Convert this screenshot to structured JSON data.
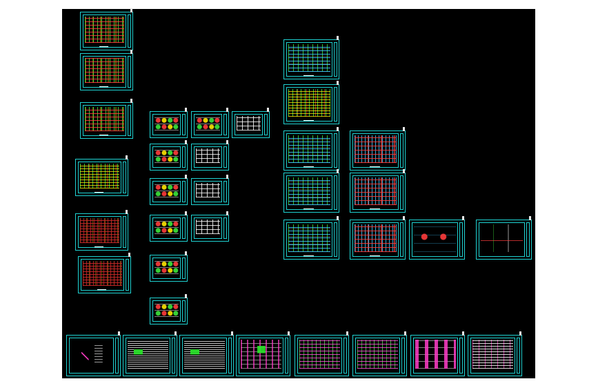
{
  "viewport": {
    "background_color": "#ffffff",
    "canvas_color": "#000000",
    "sheet_frame_color": "#1fd3d3"
  },
  "drawing_sheets": [
    {
      "id": "s1",
      "group": "floor-plans-column-a",
      "content": "plan-red"
    },
    {
      "id": "s2",
      "group": "floor-plans-column-a",
      "content": "plan-red"
    },
    {
      "id": "s3",
      "group": "floor-plans-column-a",
      "content": "plan-red"
    },
    {
      "id": "s4",
      "group": "floor-plans-column-a",
      "content": "plan-yellow"
    },
    {
      "id": "s5",
      "group": "floor-plans-column-a",
      "content": "plan-darkred"
    },
    {
      "id": "s6",
      "group": "floor-plans-column-a",
      "content": "plan-darkred"
    },
    {
      "id": "s7",
      "group": "detail-sheets",
      "content": "detail"
    },
    {
      "id": "s8",
      "group": "detail-sheets",
      "content": "detail"
    },
    {
      "id": "s9",
      "group": "detail-sheets",
      "content": "table"
    },
    {
      "id": "s10",
      "group": "detail-sheets",
      "content": "detail"
    },
    {
      "id": "s11",
      "group": "detail-sheets",
      "content": "table"
    },
    {
      "id": "s12",
      "group": "detail-sheets",
      "content": "detail"
    },
    {
      "id": "s13",
      "group": "detail-sheets",
      "content": "table"
    },
    {
      "id": "s14",
      "group": "detail-sheets",
      "content": "detail"
    },
    {
      "id": "s15",
      "group": "detail-sheets",
      "content": "table"
    },
    {
      "id": "s16",
      "group": "detail-sheets",
      "content": "detail"
    },
    {
      "id": "s17",
      "group": "detail-sheets",
      "content": "detail"
    },
    {
      "id": "s18",
      "group": "structural-plans",
      "content": "plan-cyan"
    },
    {
      "id": "s19",
      "group": "structural-plans",
      "content": "plan-cyan"
    },
    {
      "id": "s20",
      "group": "structural-plans",
      "content": "plan-cyan"
    },
    {
      "id": "s21",
      "group": "structural-plans",
      "content": "grid-red"
    },
    {
      "id": "s22",
      "group": "structural-plans",
      "content": "plan-cyan"
    },
    {
      "id": "s23",
      "group": "structural-plans",
      "content": "grid-red"
    },
    {
      "id": "s24",
      "group": "structural-plans",
      "content": "plan-cyan"
    },
    {
      "id": "s25",
      "group": "structural-plans",
      "content": "grid-red"
    },
    {
      "id": "s26",
      "group": "structural-plans",
      "content": "small-detail"
    },
    {
      "id": "s27",
      "group": "structural-plans",
      "content": "sparse"
    },
    {
      "id": "s28",
      "group": "bottom-row",
      "content": "cover"
    },
    {
      "id": "s29",
      "group": "bottom-row",
      "content": "notes-green"
    },
    {
      "id": "s30",
      "group": "bottom-row",
      "content": "notes-green"
    },
    {
      "id": "s31",
      "group": "bottom-row",
      "content": "mixed"
    },
    {
      "id": "s32",
      "group": "bottom-row",
      "content": "plan-magenta"
    },
    {
      "id": "s33",
      "group": "bottom-row",
      "content": "plan-magenta"
    },
    {
      "id": "s34",
      "group": "bottom-row",
      "content": "col-detail"
    },
    {
      "id": "s35",
      "group": "bottom-row",
      "content": "white-grid"
    }
  ]
}
